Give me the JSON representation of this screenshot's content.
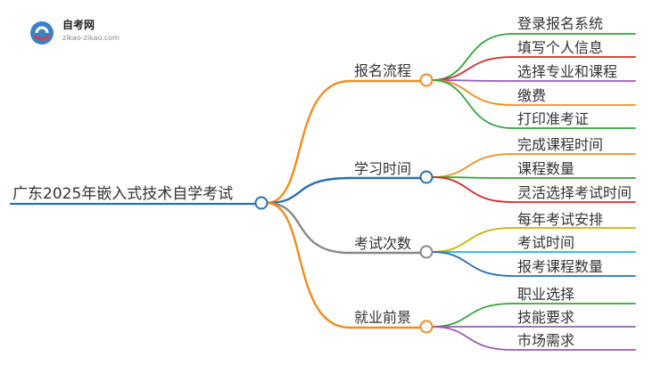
{
  "logo": {
    "title": "自考网",
    "url": "zikao-zikao.com"
  },
  "mindmap": {
    "root": "广东2025年嵌入式技术自学考试",
    "branches": [
      {
        "label": "报名流程",
        "color": "#f28c1e",
        "children": [
          {
            "label": "登录报名系统",
            "color": "#35a33a"
          },
          {
            "label": "填写个人信息",
            "color": "#d42b2b"
          },
          {
            "label": "选择专业和课程",
            "color": "#9b59b6"
          },
          {
            "label": "缴费",
            "color": "#f28c1e"
          },
          {
            "label": "打印准考证",
            "color": "#35a33a"
          }
        ]
      },
      {
        "label": "学习时间",
        "color": "#2a6fb0",
        "children": [
          {
            "label": "完成课程时间",
            "color": "#f28c1e"
          },
          {
            "label": "课程数量",
            "color": "#35a33a"
          },
          {
            "label": "灵活选择考试时间",
            "color": "#d42b2b"
          }
        ]
      },
      {
        "label": "考试次数",
        "color": "#888888",
        "children": [
          {
            "label": "每年考试安排",
            "color": "#c8b400"
          },
          {
            "label": "考试时间",
            "color": "#1ab6d6"
          },
          {
            "label": "报考课程数量",
            "color": "#2a6fb0"
          }
        ]
      },
      {
        "label": "就业前景",
        "color": "#f28c1e",
        "children": [
          {
            "label": "职业选择",
            "color": "#35a33a"
          },
          {
            "label": "技能要求",
            "color": "#9b59b6"
          },
          {
            "label": "市场需求",
            "color": "#9b59b6"
          }
        ]
      }
    ]
  }
}
